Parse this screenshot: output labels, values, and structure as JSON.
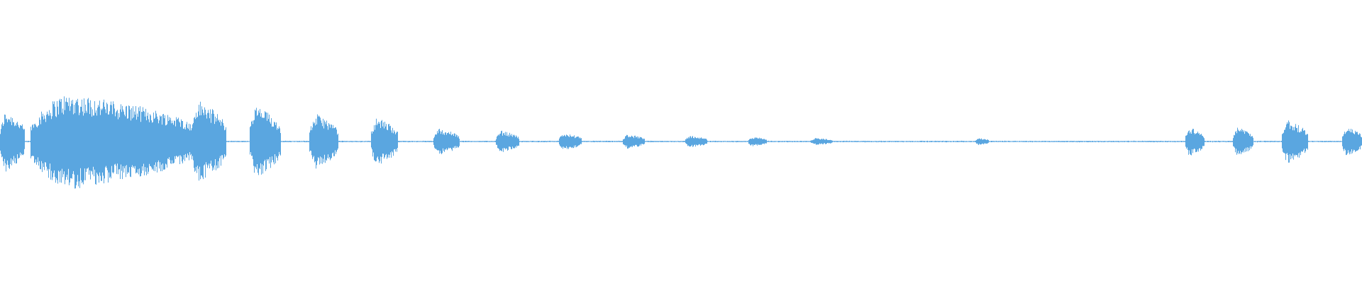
{
  "waveform": {
    "color": "#5aa6e0",
    "segments": [
      {
        "kind": "burst",
        "start": 0.0,
        "end": 0.018,
        "amp": 0.26
      },
      {
        "kind": "burst",
        "start": 0.004,
        "end": 0.018,
        "amp": 0.22
      },
      {
        "kind": "burst",
        "start": 0.022,
        "end": 0.14,
        "amp": 0.4
      },
      {
        "kind": "burst",
        "start": 0.14,
        "end": 0.166,
        "amp": 0.34
      },
      {
        "kind": "burst",
        "start": 0.183,
        "end": 0.206,
        "amp": 0.3
      },
      {
        "kind": "burst",
        "start": 0.227,
        "end": 0.248,
        "amp": 0.23
      },
      {
        "kind": "burst",
        "start": 0.272,
        "end": 0.292,
        "amp": 0.2
      },
      {
        "kind": "burst",
        "start": 0.318,
        "end": 0.337,
        "amp": 0.11
      },
      {
        "kind": "burst",
        "start": 0.364,
        "end": 0.381,
        "amp": 0.09
      },
      {
        "kind": "burst",
        "start": 0.41,
        "end": 0.427,
        "amp": 0.07
      },
      {
        "kind": "burst",
        "start": 0.457,
        "end": 0.473,
        "amp": 0.06
      },
      {
        "kind": "burst",
        "start": 0.503,
        "end": 0.519,
        "amp": 0.05
      },
      {
        "kind": "burst",
        "start": 0.549,
        "end": 0.563,
        "amp": 0.04
      },
      {
        "kind": "burst",
        "start": 0.595,
        "end": 0.611,
        "amp": 0.03
      },
      {
        "kind": "burst",
        "start": 0.716,
        "end": 0.726,
        "amp": 0.03
      },
      {
        "kind": "burst",
        "start": 0.87,
        "end": 0.884,
        "amp": 0.12
      },
      {
        "kind": "burst",
        "start": 0.905,
        "end": 0.92,
        "amp": 0.12
      },
      {
        "kind": "burst",
        "start": 0.941,
        "end": 0.96,
        "amp": 0.18
      },
      {
        "kind": "burst",
        "start": 0.985,
        "end": 1.0,
        "amp": 0.12
      }
    ]
  }
}
